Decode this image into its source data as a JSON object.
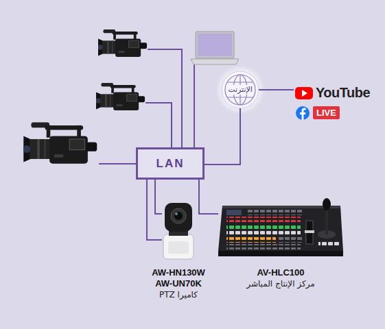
{
  "diagram": {
    "nodes": [
      {
        "text": [
          "LAN"
        ]
      },
      {
        "text": [
          "الإنترنت"
        ]
      },
      {
        "text": [
          "YouTube",
          "LIVE"
        ]
      },
      {
        "text": [
          "AW-HN130W",
          "AW-UN70K",
          "كاميرا PTZ"
        ]
      },
      {
        "text": [
          "AV-HLC100",
          "مركز الإنتاج المباشر"
        ]
      }
    ],
    "edges": [
      {
        "from": 0,
        "to": 1,
        "arrow": "none"
      },
      {
        "from": 1,
        "to": 2,
        "arrow": "none"
      },
      {
        "from": 0,
        "to": 3,
        "arrow": "none"
      },
      {
        "from": 0,
        "to": 3,
        "arrow": "none"
      },
      {
        "from": 0,
        "to": 4,
        "arrow": "none"
      }
    ]
  }
}
